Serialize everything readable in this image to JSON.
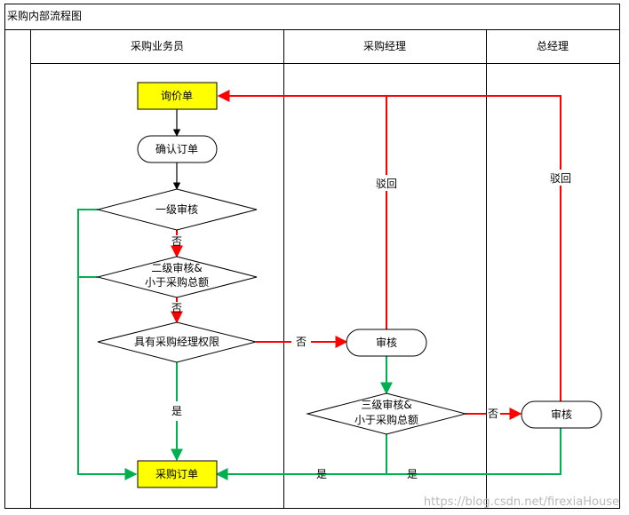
{
  "title": "采购内部流程图",
  "lanes": [
    "采购业务员",
    "采购经理",
    "总经理"
  ],
  "nodes": {
    "inquiry": "询价单",
    "confirm": "确认订单",
    "review1": "一级审核",
    "review2_line1": "二级审核&",
    "review2_line2": "小于采购总额",
    "authority": "具有采购经理权限",
    "mgr_review": "审核",
    "review3_line1": "三级审核&",
    "review3_line2": "小于采购总额",
    "gm_review": "审核",
    "order": "采购订单"
  },
  "edge_labels": {
    "no_1": "否",
    "no_2": "否",
    "no_3": "否",
    "no_4": "否",
    "yes_1": "是",
    "yes_2": "是",
    "yes_3": "是",
    "reject_mgr": "驳回",
    "reject_gm": "驳回"
  },
  "watermark": "https://blog.csdn.net/firexiaHouse",
  "colors": {
    "flow_black": "#000000",
    "reject_red": "#ff0000",
    "approve_green": "#00b050",
    "highlight_fill": "#ffff00"
  }
}
